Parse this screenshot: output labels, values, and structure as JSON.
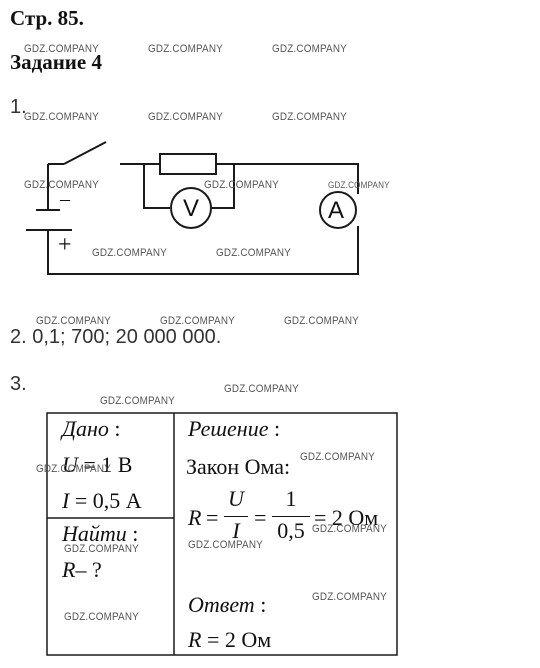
{
  "page_title": "Стр. 85.",
  "task_title": "Задание 4",
  "item1_number": "1.",
  "circuit": {
    "voltmeter_label": "V",
    "ammeter_label": "A",
    "minus_sign": "–",
    "plus_sign": "+"
  },
  "item2_text": "2. 0,1; 700; 20 000 000.",
  "item3_number": "3.",
  "solution_table": {
    "given_heading": "Дано",
    "colon": ":",
    "given_U_symbol": "U",
    "given_U_value": "= 1 В",
    "given_I_symbol": "I",
    "given_I_value": "= 0,5 А",
    "find_heading": "Найти",
    "find_symbol": "R",
    "find_question": "– ?",
    "solution_heading": "Решение",
    "ohm_law": "Закон Ома:",
    "formula_R": "R",
    "formula_eq1": "=",
    "formula_U": "U",
    "formula_I": "I",
    "formula_eq2": "=",
    "formula_one": "1",
    "formula_half": "0,5",
    "formula_result": "= 2 Ом",
    "answer_heading": "Ответ",
    "answer_R": "R",
    "answer_value": "= 2 Ом"
  },
  "watermark": "GDZ.COMPANY"
}
